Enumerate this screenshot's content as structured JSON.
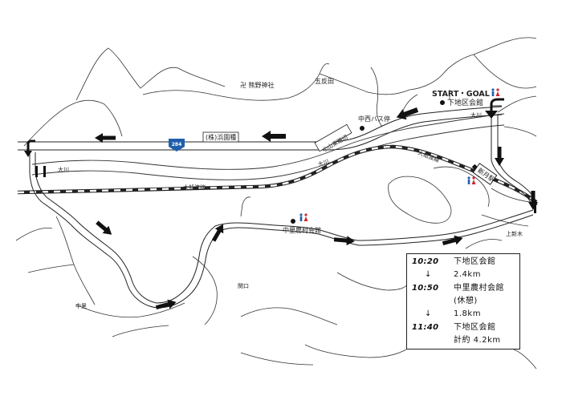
{
  "map": {
    "start_goal": "START・GOAL",
    "start_place": "下地区会館",
    "shrine": "卍 熊野神社",
    "area_gotanda": "五反田",
    "route_badge": "284",
    "shop": "(株)浜園種",
    "bus_stop": "中西バス停",
    "crossing": "小山東踏切",
    "river_ohkawa_1": "大川",
    "river_ohkawa_2": "大川",
    "river_ohkawa_3": "大川",
    "railway_1": "大船渡線",
    "railway_2": "大船渡線",
    "station": "新月駅",
    "hall_nakazato": "中里農村会館",
    "area_kamishinkawa": "上新木",
    "area_sekiguchi": "関口",
    "area_nakazato": "中里"
  },
  "schedule": {
    "rows": [
      {
        "time": "10:20",
        "text": "下地区会館"
      },
      {
        "time": "",
        "text": "2.4km",
        "arrow": "↓"
      },
      {
        "time": "10:50",
        "text": "中里農村会館"
      },
      {
        "time": "",
        "text": "(休憩)"
      },
      {
        "time": "",
        "text": "1.8km",
        "arrow": "↓"
      },
      {
        "time": "11:40",
        "text": "下地区会館"
      },
      {
        "time": "",
        "text": "計約 4.2km"
      }
    ]
  },
  "colors": {
    "line": "#222222",
    "arrow": "#111111",
    "badge": "#1f5fae"
  }
}
